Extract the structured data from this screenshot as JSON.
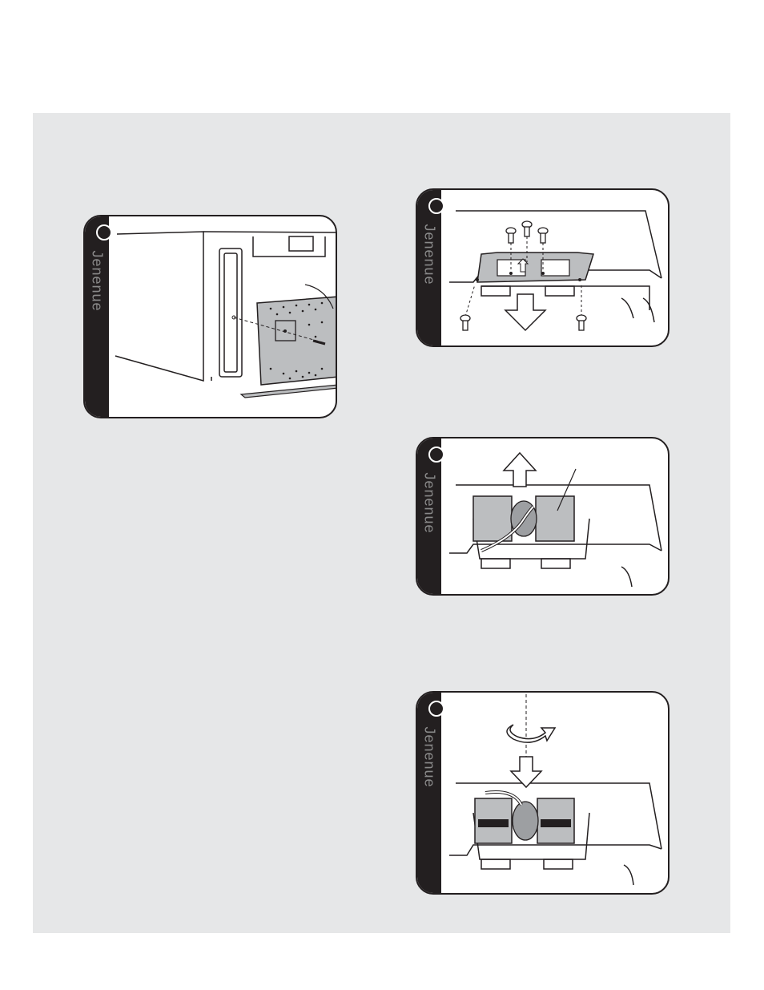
{
  "figures": [
    {
      "tab_label": "Jenenue"
    },
    {
      "tab_label": "Jenenue"
    },
    {
      "tab_label": "Jenenue"
    },
    {
      "tab_label": "Jenenue"
    }
  ],
  "colors": {
    "panel": "#e6e7e8",
    "ink": "#231f20",
    "fill_gray": "#bcbec0"
  }
}
